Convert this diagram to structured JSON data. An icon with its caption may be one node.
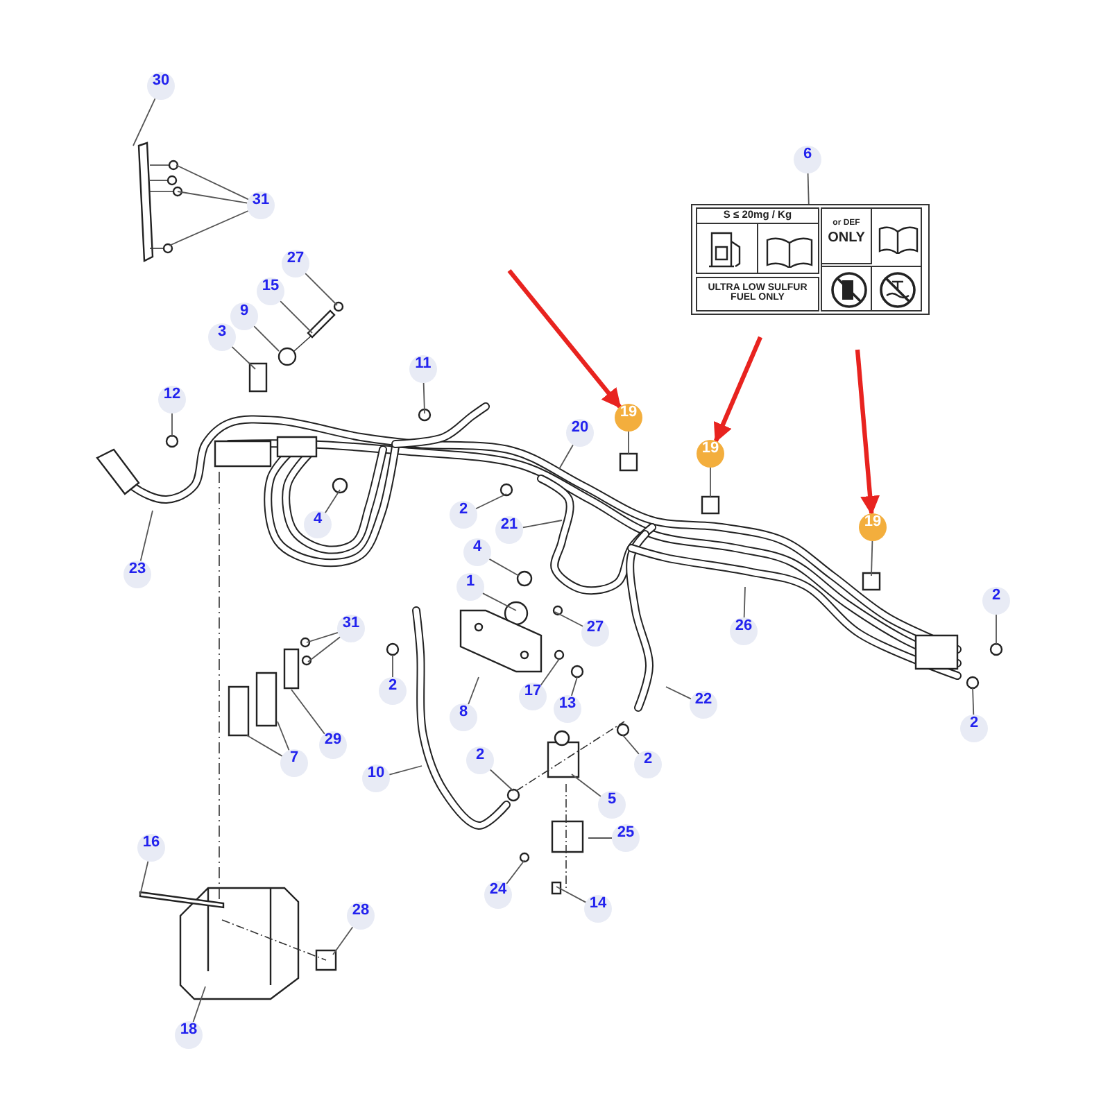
{
  "diagram": {
    "nodes": [
      {
        "text": [
          "30"
        ]
      },
      {
        "text": [
          "6"
        ]
      },
      {
        "text": [
          "31"
        ]
      },
      {
        "text": [
          "S ≤ 20mg / Kg",
          "ULTRA LOW SULFUR FUEL ONLY",
          "or DEF",
          "ONLY"
        ]
      },
      {
        "text": [
          "27"
        ]
      },
      {
        "text": [
          "15"
        ]
      },
      {
        "text": [
          "9"
        ]
      },
      {
        "text": [
          "3"
        ]
      },
      {
        "text": [
          "11"
        ]
      },
      {
        "text": [
          "12"
        ]
      },
      {
        "text": [
          "19"
        ]
      },
      {
        "text": [
          "20"
        ]
      },
      {
        "text": [
          "19"
        ]
      },
      {
        "text": [
          "2"
        ]
      },
      {
        "text": [
          "4"
        ]
      },
      {
        "text": [
          "19"
        ]
      },
      {
        "text": [
          "21"
        ]
      },
      {
        "text": [
          "4"
        ]
      },
      {
        "text": [
          "23"
        ]
      },
      {
        "text": [
          "1"
        ]
      },
      {
        "text": [
          "2"
        ]
      },
      {
        "text": [
          "31"
        ]
      },
      {
        "text": [
          "26"
        ]
      },
      {
        "text": [
          "27"
        ]
      },
      {
        "text": [
          "2"
        ]
      },
      {
        "text": [
          "17"
        ]
      },
      {
        "text": [
          "22"
        ]
      },
      {
        "text": [
          "13"
        ]
      },
      {
        "text": [
          "8"
        ]
      },
      {
        "text": [
          "2"
        ]
      },
      {
        "text": [
          "29"
        ]
      },
      {
        "text": [
          "2"
        ]
      },
      {
        "text": [
          "7"
        ]
      },
      {
        "text": [
          "2"
        ]
      },
      {
        "text": [
          "10"
        ]
      },
      {
        "text": [
          "5"
        ]
      },
      {
        "text": [
          "25"
        ]
      },
      {
        "text": [
          "16"
        ]
      },
      {
        "text": [
          "24"
        ]
      },
      {
        "text": [
          "14"
        ]
      },
      {
        "text": [
          "28"
        ]
      },
      {
        "text": [
          "18"
        ]
      }
    ],
    "edges": [
      {
        "from": 0,
        "to": null,
        "arrow": "none"
      },
      {
        "from": 1,
        "to": 3,
        "arrow": "none"
      },
      {
        "from": 2,
        "to": null,
        "arrow": "none"
      },
      {
        "from": 2,
        "to": null,
        "arrow": "none"
      },
      {
        "from": 2,
        "to": null,
        "arrow": "none"
      },
      {
        "from": 4,
        "to": null,
        "arrow": "none"
      },
      {
        "from": 5,
        "to": null,
        "arrow": "none"
      },
      {
        "from": 6,
        "to": null,
        "arrow": "none"
      },
      {
        "from": 7,
        "to": null,
        "arrow": "none"
      },
      {
        "from": 8,
        "to": null,
        "arrow": "none"
      },
      {
        "from": 9,
        "to": null,
        "arrow": "none"
      },
      {
        "from": 10,
        "to": null,
        "arrow": "none"
      },
      {
        "from": 11,
        "to": null,
        "arrow": "none"
      },
      {
        "from": 12,
        "to": null,
        "arrow": "none"
      },
      {
        "from": 13,
        "to": null,
        "arrow": "none"
      },
      {
        "from": 14,
        "to": null,
        "arrow": "none"
      },
      {
        "from": 15,
        "to": null,
        "arrow": "none"
      },
      {
        "from": 16,
        "to": null,
        "arrow": "none"
      },
      {
        "from": 17,
        "to": null,
        "arrow": "none"
      },
      {
        "from": 18,
        "to": null,
        "arrow": "none"
      },
      {
        "from": 19,
        "to": null,
        "arrow": "none"
      },
      {
        "from": 20,
        "to": null,
        "arrow": "none"
      },
      {
        "from": 21,
        "to": null,
        "arrow": "none"
      },
      {
        "from": 21,
        "to": null,
        "arrow": "none"
      },
      {
        "from": 22,
        "to": null,
        "arrow": "none"
      },
      {
        "from": 23,
        "to": null,
        "arrow": "none"
      },
      {
        "from": 24,
        "to": null,
        "arrow": "none"
      },
      {
        "from": 25,
        "to": null,
        "arrow": "none"
      },
      {
        "from": 26,
        "to": null,
        "arrow": "none"
      },
      {
        "from": 27,
        "to": null,
        "arrow": "none"
      },
      {
        "from": 28,
        "to": null,
        "arrow": "none"
      },
      {
        "from": 29,
        "to": null,
        "arrow": "none"
      },
      {
        "from": 30,
        "to": null,
        "arrow": "none"
      },
      {
        "from": 31,
        "to": null,
        "arrow": "none"
      },
      {
        "from": 32,
        "to": null,
        "arrow": "none"
      },
      {
        "from": 32,
        "to": null,
        "arrow": "none"
      },
      {
        "from": 33,
        "to": null,
        "arrow": "none"
      },
      {
        "from": 34,
        "to": null,
        "arrow": "none"
      },
      {
        "from": 35,
        "to": null,
        "arrow": "none"
      },
      {
        "from": 36,
        "to": null,
        "arrow": "none"
      },
      {
        "from": 37,
        "to": null,
        "arrow": "none"
      },
      {
        "from": 38,
        "to": null,
        "arrow": "none"
      },
      {
        "from": 39,
        "to": null,
        "arrow": "none"
      },
      {
        "from": 40,
        "to": null,
        "arrow": "none"
      },
      {
        "from": 41,
        "to": null,
        "arrow": "none"
      },
      {
        "from": null,
        "to": 10,
        "arrow": "to",
        "style": "thick",
        "color": "#e8231f"
      },
      {
        "from": null,
        "to": 12,
        "arrow": "to",
        "style": "thick",
        "color": "#e8231f"
      },
      {
        "from": null,
        "to": 15,
        "arrow": "to",
        "style": "thick",
        "color": "#e8231f"
      }
    ]
  }
}
